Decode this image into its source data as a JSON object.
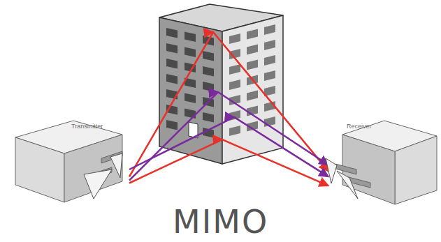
{
  "diagram": {
    "title": "MIMO",
    "nodes": [
      {
        "text": [
          "Transmitter"
        ]
      },
      {
        "text": [
          "Receiver"
        ]
      }
    ],
    "edges": [
      {
        "from": 0,
        "to": 1,
        "arrow": "to"
      },
      {
        "from": 0,
        "to": 1,
        "arrow": "to"
      },
      {
        "from": 0,
        "to": 1,
        "arrow": "to"
      },
      {
        "from": 0,
        "to": 1,
        "arrow": "to"
      }
    ]
  }
}
